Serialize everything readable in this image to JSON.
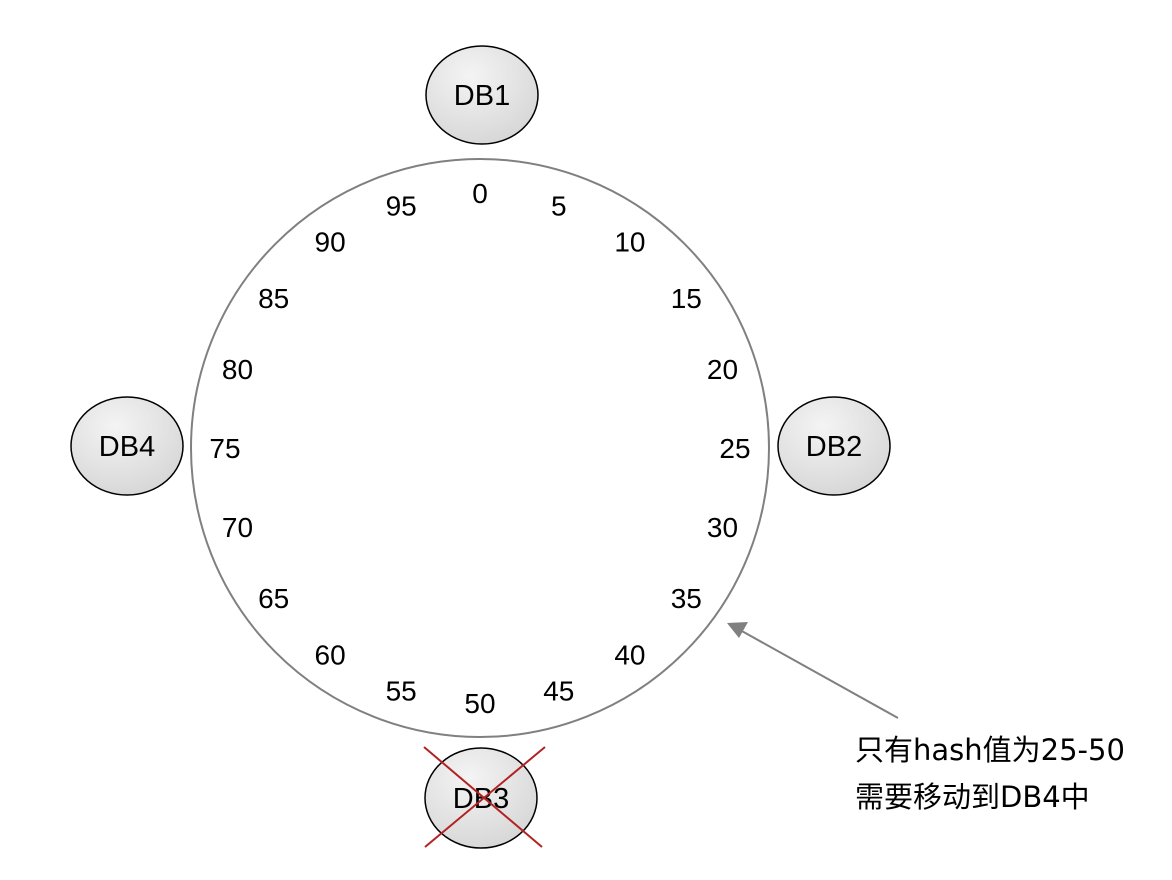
{
  "ring": {
    "positions": [
      "0",
      "5",
      "10",
      "15",
      "20",
      "25",
      "30",
      "35",
      "40",
      "45",
      "50",
      "55",
      "60",
      "65",
      "70",
      "75",
      "80",
      "85",
      "90",
      "95"
    ]
  },
  "nodes": [
    {
      "id": "db1",
      "label": "DB1",
      "removed": false
    },
    {
      "id": "db2",
      "label": "DB2",
      "removed": false
    },
    {
      "id": "db3",
      "label": "DB3",
      "removed": true
    },
    {
      "id": "db4",
      "label": "DB4",
      "removed": false
    }
  ],
  "annotation": {
    "line1": "只有hash值为25-50",
    "line2": "需要移动到DB4中"
  },
  "colors": {
    "ring_stroke": "#808080",
    "node_fill_light": "#f4f4f4",
    "node_fill_dark": "#d6d6d6",
    "node_stroke": "#000000",
    "cross": "#b22222",
    "arrow": "#808080"
  }
}
